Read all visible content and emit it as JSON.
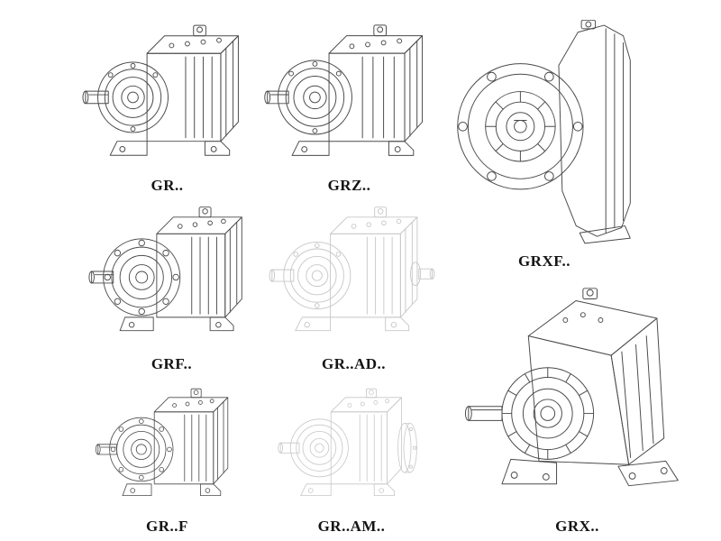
{
  "page": {
    "background": "#ffffff",
    "line_color": "#4a4a4a",
    "faint_line_color": "#c7c7c7",
    "label_color": "#141414"
  },
  "catalog": {
    "items": [
      {
        "label": "GR.."
      },
      {
        "label": "GRZ.."
      },
      {
        "label": "GRXF.."
      },
      {
        "label": "GRF.."
      },
      {
        "label": "GR..AD.."
      },
      {
        "label": "GRX.."
      },
      {
        "label": "GR..F"
      },
      {
        "label": "GR..AM.."
      }
    ]
  }
}
